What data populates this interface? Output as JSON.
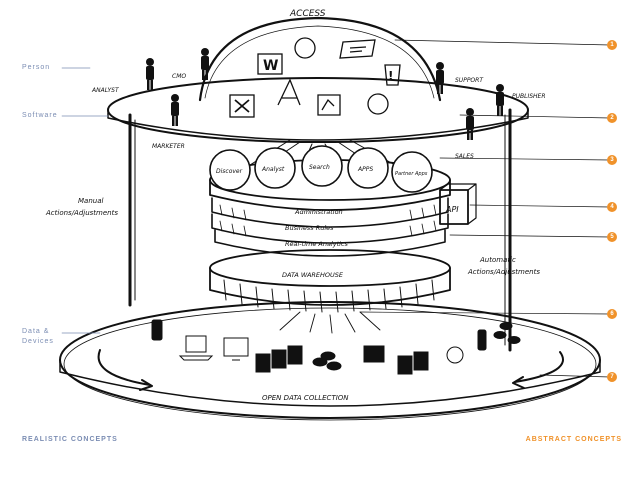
{
  "diagram": {
    "top_label": "ACCESS",
    "roles": [
      "ANALYST",
      "CMO",
      "SUPPORT",
      "PUBLISHER",
      "MARKETER",
      "SALES"
    ],
    "modules": [
      "Discover",
      "Analyst",
      "Search",
      "APPS",
      "Partner Apps"
    ],
    "layers": [
      "Administration",
      "Business Rules",
      "Real-time Analytics"
    ],
    "api_label": "API",
    "warehouse_label": "DATA WAREHOUSE",
    "manual_label_line1": "Manual",
    "manual_label_line2": "Actions/Adjustments",
    "automatic_label_line1": "Automatic",
    "automatic_label_line2": "Actions/Adjustments",
    "bottom_label": "OPEN DATA COLLECTION"
  },
  "side_labels": {
    "person": "Person",
    "software": "Software",
    "data_devices_line1": "Data &",
    "data_devices_line2": "Devices"
  },
  "callouts": [
    "1",
    "2",
    "3",
    "4",
    "5",
    "6",
    "7"
  ],
  "footer": {
    "left": "REALISTIC CONCEPTS",
    "right": "ABSTRACT CONCEPTS"
  },
  "colors": {
    "callout": "#f0922a",
    "side_label": "#7b8db3",
    "footer_left": "#7b8db3",
    "footer_right": "#f0922a",
    "ink": "#111111"
  }
}
